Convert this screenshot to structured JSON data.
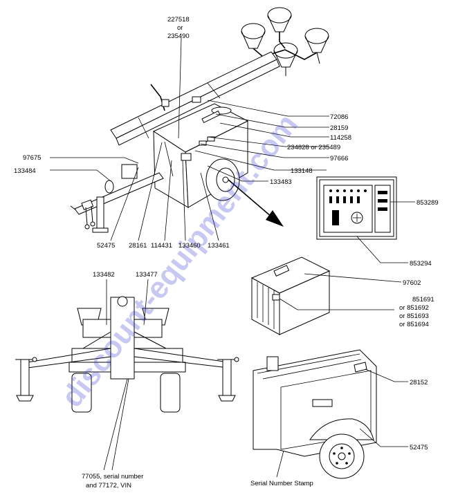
{
  "labels": {
    "l227518": "227518",
    "l_or_a": "or",
    "l235490": "235490",
    "l72086": "72086",
    "l28159": "28159",
    "l114258": "114258",
    "l234828": "234828 or 235489",
    "l97666": "97666",
    "l133148": "133148",
    "l133483": "133483",
    "l97675": "97675",
    "l133484": "133484",
    "l52475a": "52475",
    "l28161": "28161",
    "l114431": "114431",
    "l133460": "133460",
    "l133461": "133461",
    "l853289": "853289",
    "l853294": "853294",
    "l97602": "97602",
    "l851691": "851691",
    "l851692": "or 851692",
    "l851693": "or 851693",
    "l851694": "or 851694",
    "l133482": "133482",
    "l133477": "133477",
    "l28152": "28152",
    "l52475b": "52475",
    "l77055a": "77055, serial number",
    "l77055b": "and 77172, VIN",
    "lserial": "Serial Number Stamp"
  },
  "watermark": {
    "text": "discount-equipment.com",
    "color": "#3a3ad8"
  }
}
